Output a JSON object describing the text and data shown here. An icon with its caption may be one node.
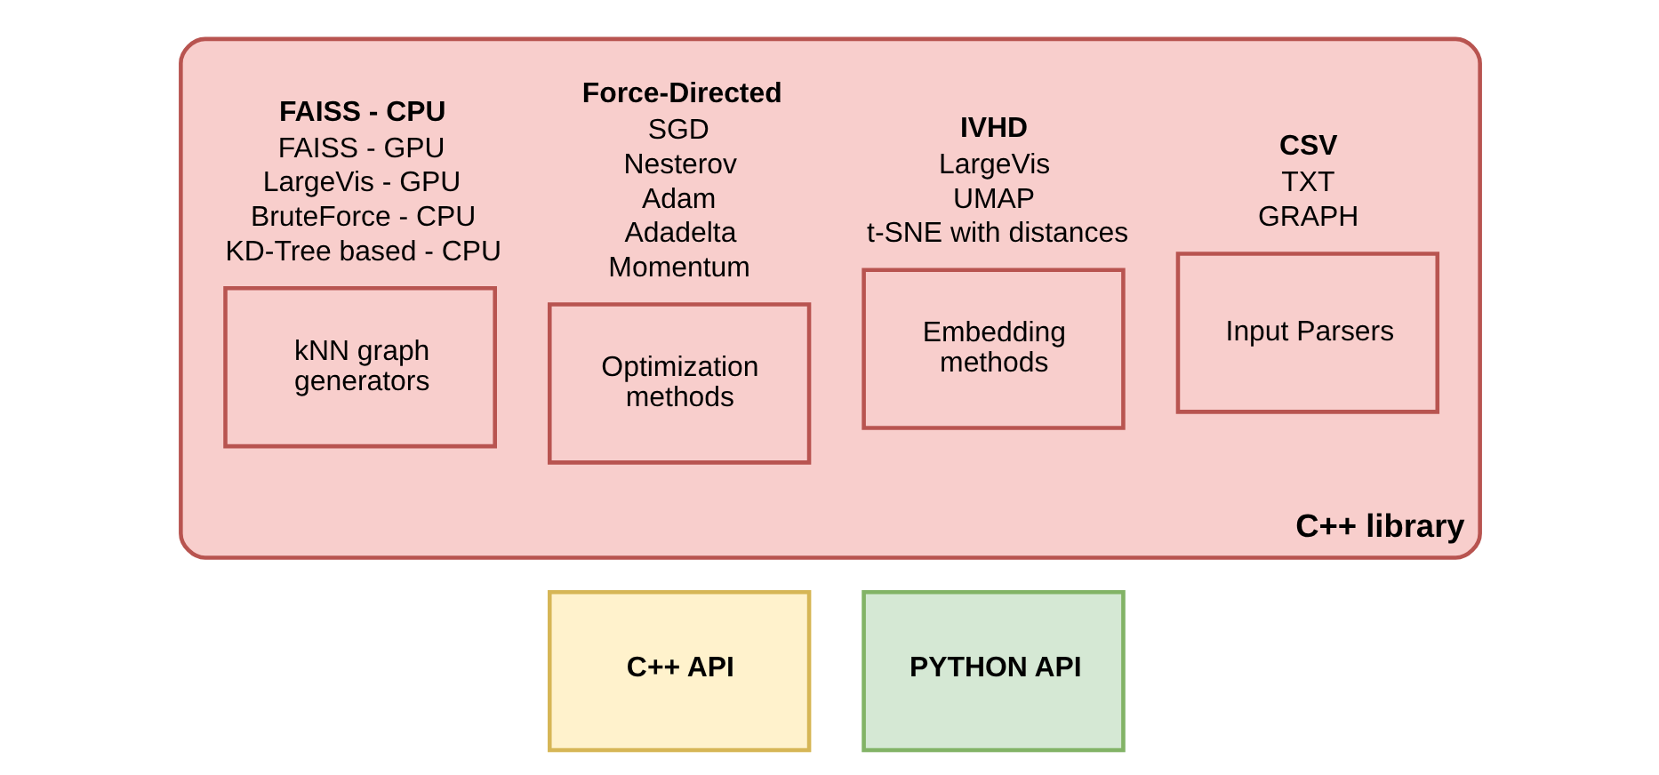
{
  "diagram": {
    "nodes": [
      {
        "text": [
          "C++ library"
        ]
      },
      {
        "text": [
          "kNN graph generators"
        ],
        "in": 0,
        "beside": [
          "FAISS - CPU",
          "FAISS - GPU",
          "LargeVis - GPU",
          "BruteForce - CPU",
          "KD-Tree based - CPU"
        ]
      },
      {
        "text": [
          "Optimization methods"
        ],
        "in": 0,
        "beside": [
          "Force-Directed",
          "SGD",
          "Nesterov",
          "Adam",
          "Adadelta",
          "Momentum"
        ]
      },
      {
        "text": [
          "Embedding methods"
        ],
        "in": 0,
        "beside": [
          "IVHD",
          "LargeVis",
          "UMAP",
          "t-SNE with distances"
        ]
      },
      {
        "text": [
          "Input Parsers"
        ],
        "in": 0,
        "beside": [
          "CSV",
          "TXT",
          "GRAPH"
        ]
      },
      {
        "text": [
          "C++ API"
        ]
      },
      {
        "text": [
          "PYTHON API"
        ]
      }
    ],
    "edges": []
  }
}
